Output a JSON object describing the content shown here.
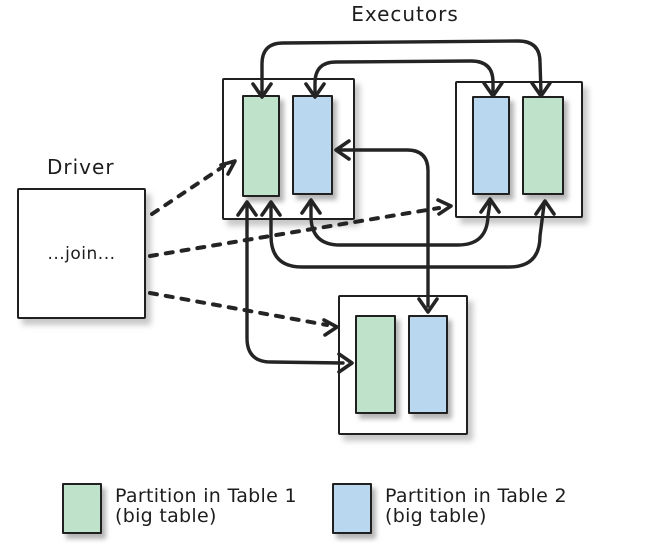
{
  "executors": {
    "label": "Executors",
    "boxes": [
      {
        "id": "executor-1",
        "position": "top-left",
        "partitions": [
          "table1",
          "table2"
        ]
      },
      {
        "id": "executor-2",
        "position": "top-right",
        "partitions": [
          "table2",
          "table1"
        ]
      },
      {
        "id": "executor-3",
        "position": "bottom",
        "partitions": [
          "table1",
          "table2"
        ]
      }
    ]
  },
  "driver": {
    "label": "Driver",
    "text": "...join..."
  },
  "arrows": {
    "shuffle_style": "solid",
    "dispatch_style": "dashed",
    "solid_links": [
      "executor1-table1 <-> executor2-table1 (top arc)",
      "executor1-table2 <-> executor2-table2 (top arc)",
      "executor1-table2 <-> executor3-table2",
      "executor1-table2 <-> executor2-table2 (bottom arc)",
      "executor1-table1 <-> executor2-table1 (bottom arc)",
      "executor1-table1 <-> executor3-table1"
    ],
    "dashed_links": [
      "driver -> executor-1",
      "driver -> executor-2",
      "driver -> executor-3"
    ]
  },
  "legend": {
    "items": [
      {
        "title": "Partition in Table 1",
        "subtitle": "(big table)",
        "color": "#bfe2ca"
      },
      {
        "title": "Partition in Table 2",
        "subtitle": "(big table)",
        "color": "#b9d8ef"
      }
    ]
  },
  "colors": {
    "partition_table1": "#bfe2ca",
    "partition_table2": "#b9d8ef",
    "line": "#242424",
    "box_border": "#202020",
    "background": "#ffffff"
  }
}
